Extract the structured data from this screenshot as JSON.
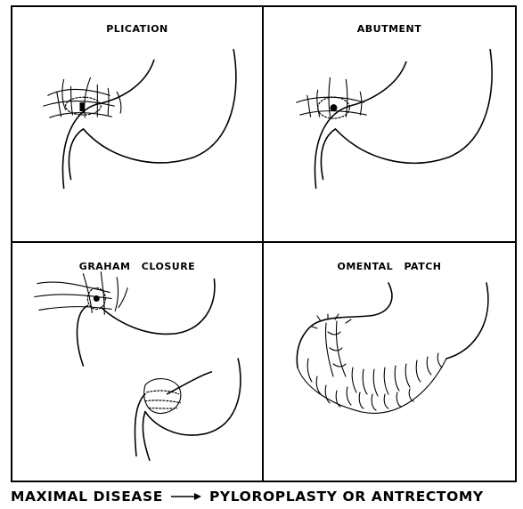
{
  "panels": {
    "plication": {
      "title": "PLICATION"
    },
    "abutment": {
      "title": "ABUTMENT"
    },
    "graham_closure": {
      "title": "GRAHAM CLOSURE"
    },
    "omental_patch": {
      "title": "OMENTAL PATCH"
    }
  },
  "caption": {
    "left": "MAXIMAL DISEASE",
    "right": "PYLOROPLASTY OR ANTRECTOMY"
  }
}
